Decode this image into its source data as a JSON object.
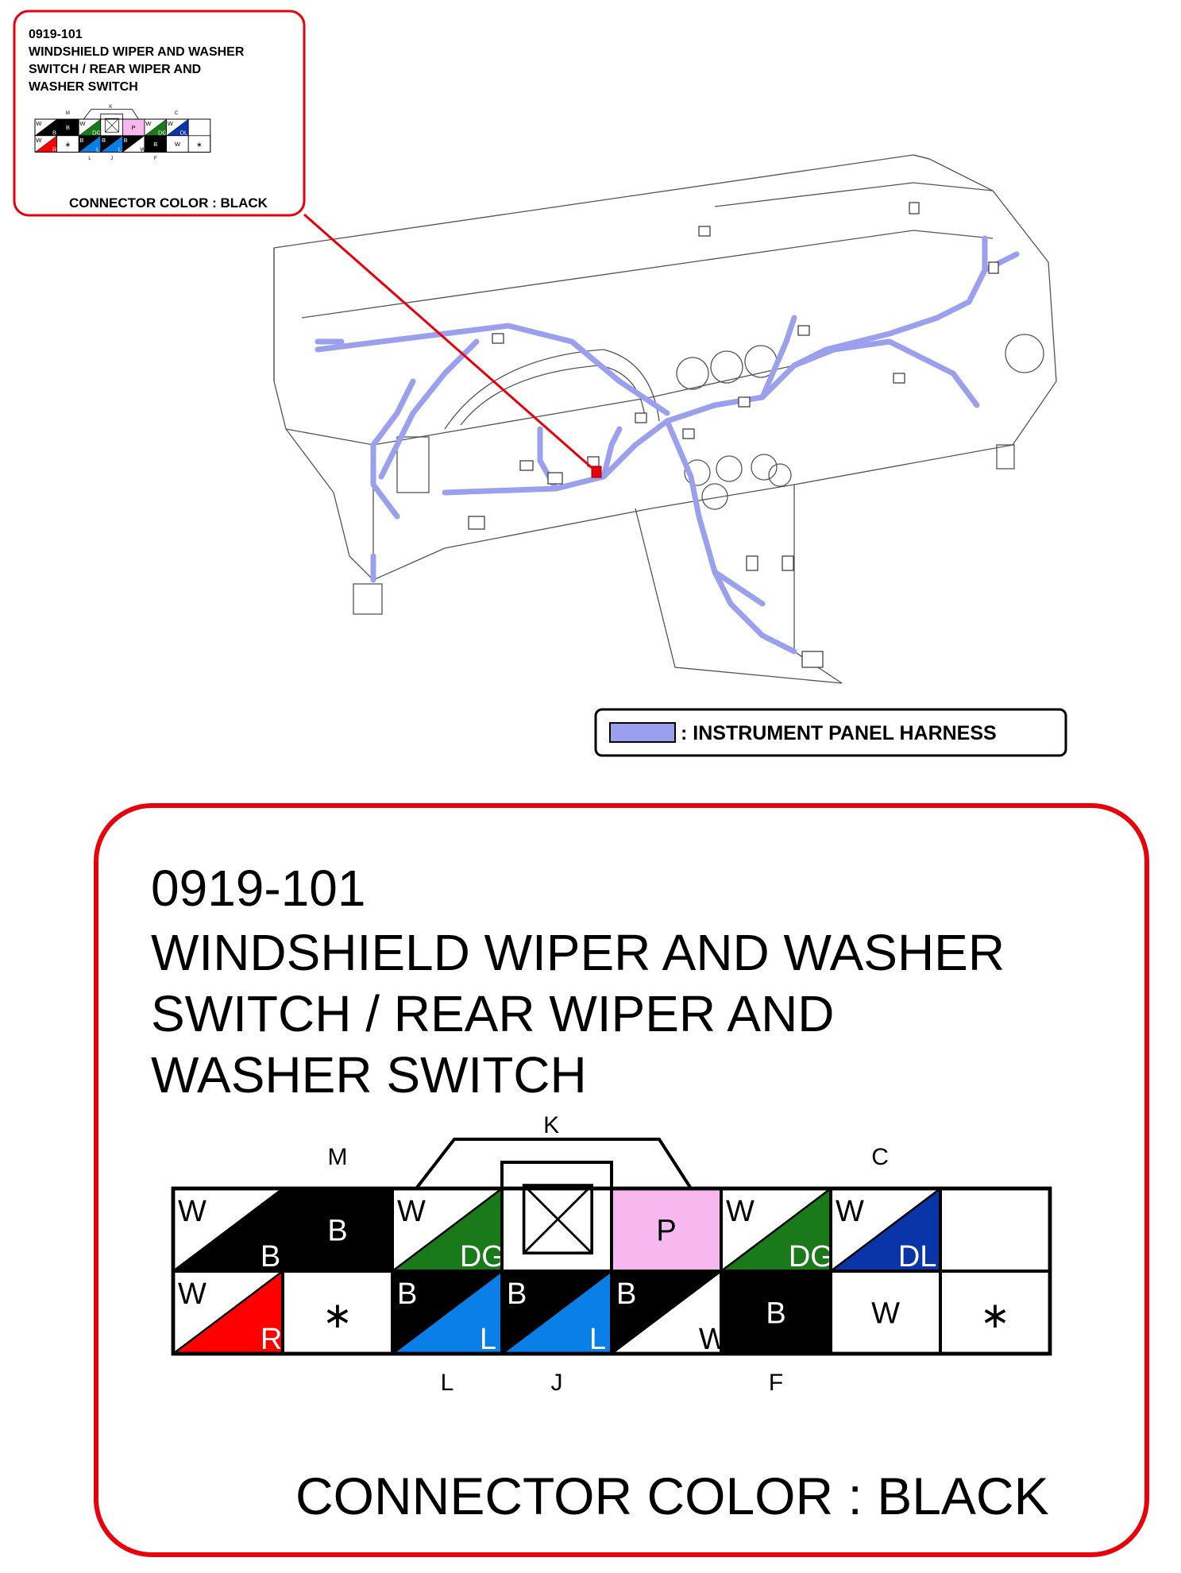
{
  "connector": {
    "code": "0919-101",
    "name_lines": [
      "WINDSHIELD WIPER AND WASHER",
      "SWITCH / REAR WIPER AND",
      "WASHER SWITCH"
    ],
    "color_note": "CONNECTOR COLOR : BLACK",
    "callouts": {
      "top": [
        "M",
        "K",
        "C"
      ],
      "bottom": [
        "L",
        "J",
        "F"
      ]
    },
    "top_row": [
      {
        "kind": "split",
        "a": "W",
        "b": "B",
        "color_b": "#000000"
      },
      {
        "kind": "solid",
        "a": "B",
        "color": "#000000"
      },
      {
        "kind": "split",
        "a": "W",
        "b": "DG",
        "color_b": "#1a7a1a"
      },
      {
        "kind": "lock"
      },
      {
        "kind": "solid",
        "a": "P",
        "color": "#f7b8ef"
      },
      {
        "kind": "split",
        "a": "W",
        "b": "DG",
        "color_b": "#1a7a1a"
      },
      {
        "kind": "split",
        "a": "W",
        "b": "DL",
        "color_b": "#0a35a8"
      }
    ],
    "bottom_row": [
      {
        "kind": "split",
        "a": "W",
        "b": "R",
        "color_b": "#ff0000"
      },
      {
        "kind": "star",
        "a": "∗"
      },
      {
        "kind": "split",
        "a": "B",
        "b": "L",
        "color_a": "#000000",
        "color_b": "#0a7fe8"
      },
      {
        "kind": "split",
        "a": "B",
        "b": "L",
        "color_a": "#000000",
        "color_b": "#0a7fe8"
      },
      {
        "kind": "split",
        "a": "B",
        "b": "W",
        "color_a": "#000000",
        "color_b": "#ffffff"
      },
      {
        "kind": "solid",
        "a": "B",
        "color": "#000000"
      },
      {
        "kind": "solid",
        "a": "W",
        "color": "#ffffff"
      },
      {
        "kind": "star",
        "a": "∗"
      }
    ]
  },
  "legend": {
    "text": ": INSTRUMENT PANEL HARNESS",
    "swatch_color": "#9aa0ee"
  },
  "colors": {
    "callout_border": "#e8000a",
    "harness": "#9aa0ee"
  }
}
